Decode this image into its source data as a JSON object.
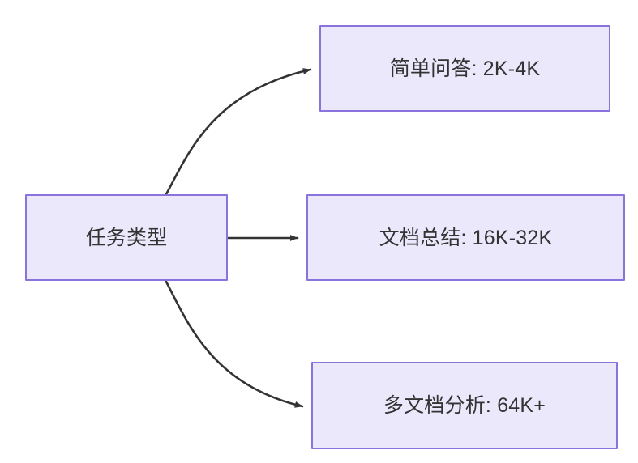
{
  "diagram": {
    "type": "flowchart",
    "direction": "left-to-right",
    "background_color": "#ffffff",
    "node_fill_color": "#ece8fb",
    "node_border_color": "#8b73dd",
    "node_text_color": "#333333",
    "edge_color": "#333333",
    "root": {
      "id": "root",
      "label": "任务类型"
    },
    "branches": [
      {
        "id": "simple-qa",
        "label": "简单问答: 2K-4K",
        "task": "简单问答",
        "context_length": "2K-4K",
        "edge_style": "curved-up",
        "arrowhead": "filled-triangle"
      },
      {
        "id": "doc-summary",
        "label": "文档总结: 16K-32K",
        "task": "文档总结",
        "context_length": "16K-32K",
        "edge_style": "straight",
        "arrowhead": "filled-triangle"
      },
      {
        "id": "multi-doc",
        "label": "多文档分析: 64K+",
        "task": "多文档分析",
        "context_length": "64K+",
        "edge_style": "curved-down",
        "arrowhead": "filled-triangle"
      }
    ]
  }
}
